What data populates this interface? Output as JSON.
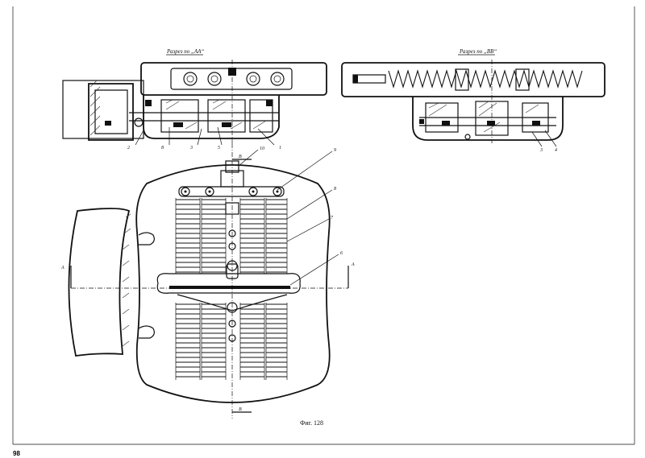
{
  "drawing": {
    "section_aa_title": "Разрез по „АА“",
    "section_bb_title": "Разрез по „ВВ“",
    "caption": "Фиг. 128",
    "page_number": "98",
    "cut_a_label": "А",
    "cut_b_label": "В",
    "callouts_aa": [
      "2",
      "8",
      "3",
      "5",
      "1"
    ],
    "callouts_bb": [
      "3",
      "4"
    ],
    "callouts_plan": [
      "10",
      "9",
      "8",
      "7",
      "6"
    ]
  }
}
